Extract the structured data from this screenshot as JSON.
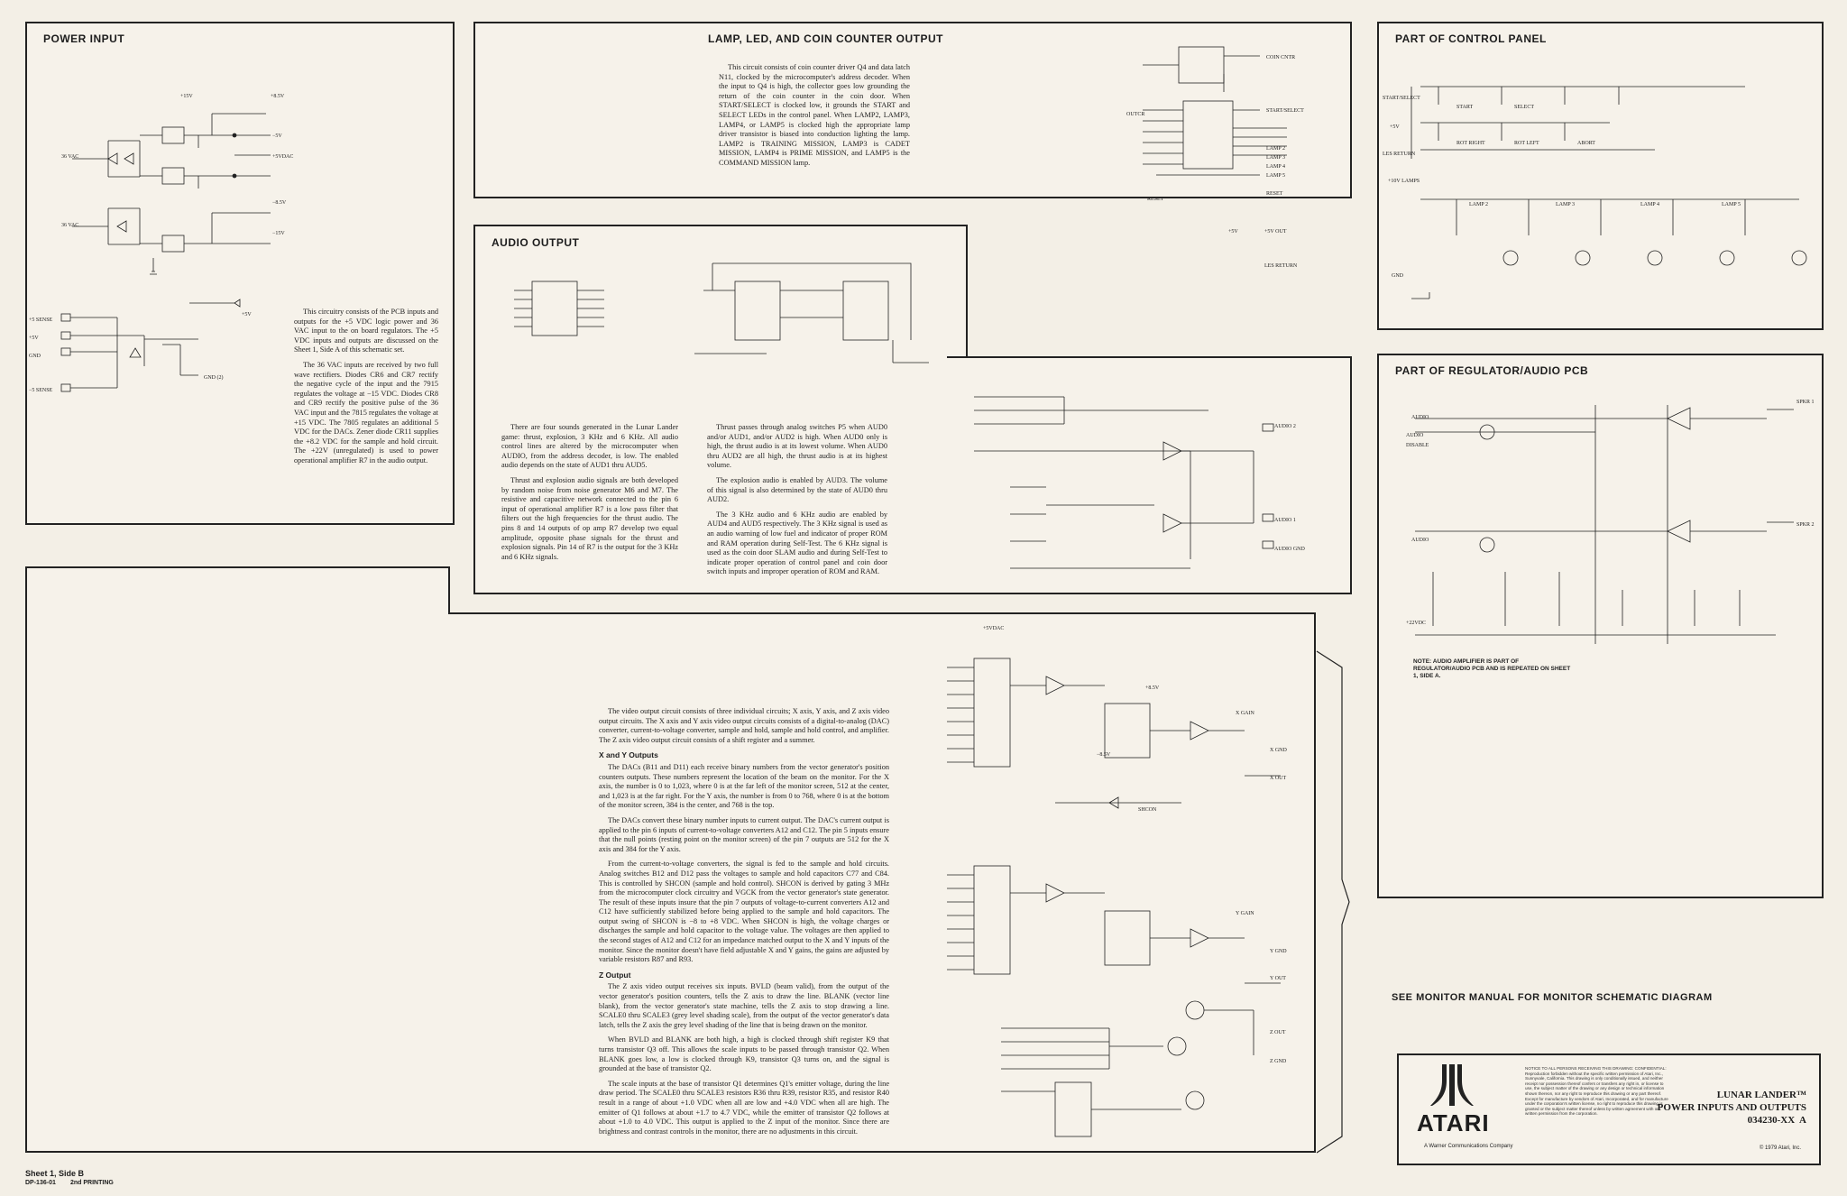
{
  "sections": {
    "power_input": {
      "title": "POWER INPUT",
      "paragraphs": [
        "This circuitry consists of the PCB inputs and outputs for the +5 VDC logic power and 36 VAC input to the on board regulators. The +5 VDC inputs and outputs are discussed on the Sheet 1, Side A of this schematic set.",
        "The 36 VAC inputs are received by two full wave rectifiers. Diodes CR6 and CR7 rectify the negative cycle of the input and the 7915 regulates the voltage at −15 VDC. Diodes CR8 and CR9 rectify the positive pulse of the 36 VAC input and the 7815 regulates the voltage at +15 VDC. The 7805 regulates an additional 5 VDC for the DACs. Zener diode CR11 supplies the +8.2 VDC for the sample and hold circuit. The +22V (unregulated) is used to power operational amplifier R7 in the audio output."
      ],
      "labels": [
        "36 VAC",
        "36 VAC",
        "+15V",
        "+8.5V",
        "−5V",
        "+5VDAC",
        "−8.5V",
        "−15V",
        "+5 SENSE",
        "+5V",
        "GND",
        "−5 SENSE",
        "+5V",
        "GND (2)"
      ]
    },
    "lamp_led": {
      "title": "LAMP, LED, AND COIN COUNTER OUTPUT",
      "paragraphs": [
        "This circuit consists of coin counter driver Q4 and data latch N11, clocked by the microcomputer's address decoder. When the input to Q4 is high, the collector goes low grounding the return of the coin counter in the coin door. When START/SELECT is clocked low, it grounds the START and SELECT LEDs in the control panel. When LAMP2, LAMP3, LAMP4, or LAMP5 is clocked high the appropriate lamp driver transistor is biased into conduction lighting the lamp. LAMP2 is TRAINING MISSION, LAMP3 is CADET MISSION, LAMP4 is PRIME MISSION, and LAMP5 is the COMMAND MISSION lamp."
      ],
      "labels": [
        "COIN CNTR",
        "START/SELECT",
        "LAMP 2",
        "LAMP 3",
        "LAMP 4",
        "LAMP 5",
        "RESET",
        "+5V",
        "+5V OUT",
        "LES RETURN",
        "OUTCR",
        "RESET"
      ]
    },
    "control_panel": {
      "title": "PART OF CONTROL PANEL",
      "labels": [
        "START/SELECT",
        "+5V",
        "LES RETURN",
        "START",
        "SELECT",
        "ROT RIGHT",
        "ROT LEFT",
        "ABORT",
        "+10V LAMPS",
        "LAMP 2",
        "LAMP 3",
        "LAMP 4",
        "LAMP 5",
        "GND"
      ]
    },
    "audio_output": {
      "title": "AUDIO OUTPUT",
      "paragraphs_left": [
        "There are four sounds generated in the Lunar Lander game: thrust, explosion, 3 KHz and 6 KHz. All audio control lines are altered by the microcomputer when AUDIO, from the address decoder, is low. The enabled audio depends on the state of AUD1 thru AUD5.",
        "Thrust and explosion audio signals are both developed by random noise from noise generator M6 and M7. The resistive and capacitive network connected to the pin 6 input of operational amplifier R7 is a low pass filter that filters out the high frequencies for the thrust audio. The pins 8 and 14 outputs of op amp R7 develop two equal amplitude, opposite phase signals for the thrust and explosion signals. Pin 14 of R7 is the output for the 3 KHz and 6 KHz signals."
      ],
      "paragraphs_right": [
        "Thrust passes through analog switches P5 when AUD0 and/or AUD1, and/or AUD2 is high. When AUD0 only is high, the thrust audio is at its lowest volume. When AUD0 thru AUD2 are all high, the thrust audio is at its highest volume.",
        "The explosion audio is enabled by AUD3. The volume of this signal is also determined by the state of AUD0 thru AUD2.",
        "The 3 KHz audio and 6 KHz audio are enabled by AUD4 and AUD5 respectively. The 3 KHz signal is used as an audio warning of low fuel and indicator of proper ROM and RAM operation during Self-Test. The 6 KHz signal is used as the coin door SLAM audio and during Self-Test to indicate proper operation of control panel and coin door switch inputs and improper operation of ROM and RAM."
      ],
      "labels": [
        "AUDIO 2",
        "AUDIO 1",
        "AUDIO GND"
      ]
    },
    "regulator_audio": {
      "title": "PART OF REGULATOR/AUDIO PCB",
      "labels": [
        "SPKR 1",
        "SPKR 2",
        "AUDIO",
        "AUDIO DISABLE",
        "AUDIO",
        "+22VDC"
      ],
      "note": "NOTE: AUDIO AMPLIFIER IS PART OF REGULATOR/AUDIO PCB AND IS REPEATED ON SHEET 1, SIDE A."
    },
    "video_output": {
      "intro": "The video output circuit consists of three individual circuits; X axis, Y axis, and Z axis video output circuits. The X axis and Y axis video output circuits consists of a digital-to-analog (DAC) converter, current-to-voltage converter, sample and hold, sample and hold control, and amplifier. The Z axis video output circuit consists of a shift register and a summer.",
      "xy_heading": "X and Y Outputs",
      "xy_paragraphs": [
        "The DACs (B11 and D11) each receive binary numbers from the vector generator's position counters outputs. These numbers represent the location of the beam on the monitor. For the X axis, the number is 0 to 1,023, where 0 is at the far left of the monitor screen, 512 at the center, and 1,023 is at the far right. For the Y axis, the number is from 0 to 768, where 0 is at the bottom of the monitor screen, 384 is the center, and 768 is the top.",
        "The DACs convert these binary number inputs to current output. The DAC's current output is applied to the pin 6 inputs of current-to-voltage converters A12 and C12. The pin 5 inputs ensure that the null points (resting point on the monitor screen) of the pin 7 outputs are 512 for the X axis and 384 for the Y axis.",
        "From the current-to-voltage converters, the signal is fed to the sample and hold circuits. Analog switches B12 and D12 pass the voltages to sample and hold capacitors C77 and C84. This is controlled by SHCON (sample and hold control). SHCON is derived by gating 3 MHz from the microcomputer clock circuitry and VGCK from the vector generator's state generator. The result of these inputs insure that the pin 7 outputs of voltage-to-current converters A12 and C12 have sufficiently stabilized before being applied to the sample and hold capacitors. The output swing of SHCON is −8 to +8 VDC. When SHCON is high, the voltage charges or discharges the sample and hold capacitor to the voltage value. The voltages are then applied to the second stages of A12 and C12 for an impedance matched output to the X and Y inputs of the monitor. Since the monitor doesn't have field adjustable X and Y gains, the gains are adjusted by variable resistors R87 and R93."
      ],
      "z_heading": "Z Output",
      "z_paragraphs": [
        "The Z axis video output receives six inputs. BVLD (beam valid), from the output of the vector generator's position counters, tells the Z axis to draw the line. BLANK (vector line blank), from the vector generator's state machine, tells the Z axis to stop drawing a line. SCALE0 thru SCALE3 (grey level shading scale), from the output of the vector generator's data latch, tells the Z axis the grey level shading of the line that is being drawn on the monitor.",
        "When BVLD and BLANK are both high, a high is clocked through shift register K9 that turns transistor Q3 off. This allows the scale inputs to be passed through transistor Q2. When BLANK goes low, a low is clocked through K9, transistor Q3 turns on, and the signal is grounded at the base of transistor Q2.",
        "The scale inputs at the base of transistor Q1 determines Q1's emitter voltage, during the line draw period. The SCALE0 thru SCALE3 resistors R36 thru R39, resistor R35, and resistor R40 result in a range of about +1.0 VDC when all are low and +4.0 VDC when all are high. The emitter of Q1 follows at about +1.7 to 4.7 VDC, while the emitter of transistor Q2 follows at about +1.0 to 4.0 VDC. This output is applied to the Z input of the monitor. Since there are brightness and contrast controls in the monitor, there are no adjustments in this circuit."
      ],
      "labels": [
        "X OUT",
        "X GND",
        "Y OUT",
        "Y GND",
        "Z OUT",
        "Z GND",
        "X GAIN",
        "Y GAIN",
        "SHCON",
        "+5VDAC",
        "−8.5V",
        "+8.5V"
      ]
    },
    "monitor_note": "SEE MONITOR MANUAL FOR MONITOR SCHEMATIC DIAGRAM",
    "title_block": {
      "brand": "ATARI",
      "parent": "A Warner Communications Company",
      "notice": "NOTICE TO ALL PERSONS RECEIVING THIS DRAWING: CONFIDENTIAL: Reproduction forbidden without the specific written permission of Atari, Inc., Sunnyvale, California. This drawing is only conditionally issued, and neither receipt nor possession thereof confers or transfers any right in, or license to use, the subject matter of the drawing or any design or technical information shown thereon, nor any right to reproduce this drawing or any part thereof. Except for manufacture by vendors of Atari, Incorporated, and for manufacture under the corporation's written license, no right to reproduce this drawing is granted or the subject matter thereof unless by written agreement with or written permission from the corporation.",
      "game_title": "LUNAR LANDER™",
      "sheet_title": "POWER INPUTS AND OUTPUTS",
      "part_number": "034230-XX  A",
      "copyright": "© 1979 Atari, Inc."
    },
    "footer": {
      "sheet": "Sheet 1, Side B",
      "doc": "DP-136-01",
      "printing": "2nd PRINTING"
    }
  }
}
